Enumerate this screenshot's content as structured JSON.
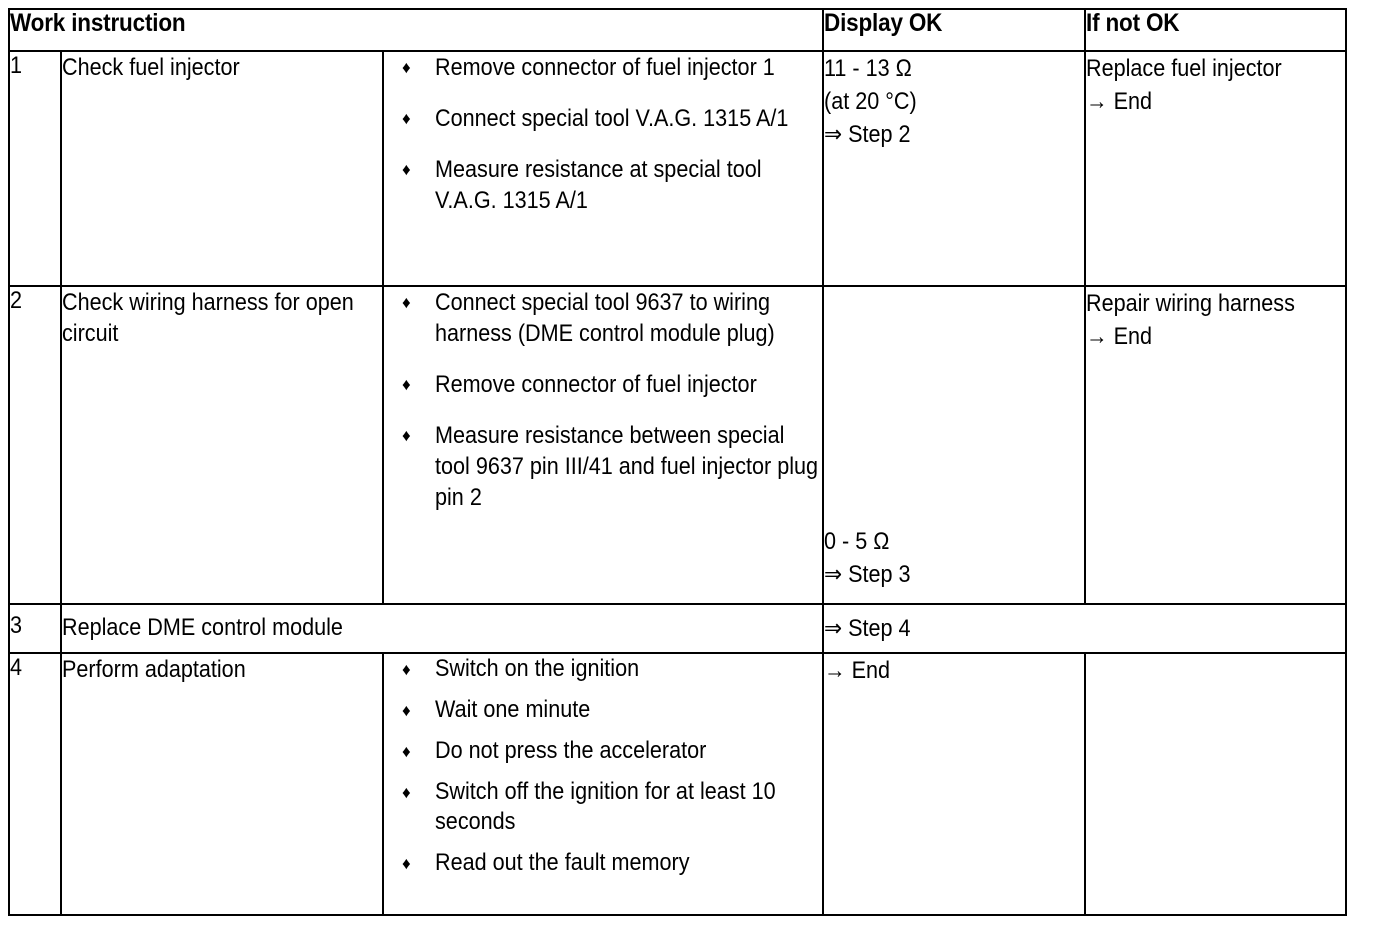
{
  "table": {
    "headers": {
      "work_instruction": "Work instruction",
      "display_ok": "Display OK",
      "if_not_ok": "If not OK"
    },
    "bullet_glyph": "♦",
    "rows": [
      {
        "num": "1",
        "task": "Check fuel injector",
        "steps": [
          "Remove connector of fuel injector 1",
          "Connect special tool V.A.G. 1315 A/1",
          "Measure resistance at special tool V.A.G. 1315 A/1"
        ],
        "display_ok": {
          "line1": "11 - 13 Ω",
          "line2": "(at 20 °C)",
          "line3": "⇒ Step 2"
        },
        "if_not_ok": {
          "line1": "Replace fuel injector",
          "line2": "→ End"
        }
      },
      {
        "num": "2",
        "task": "Check wiring harness for open circuit",
        "steps": [
          "Connect special tool 9637 to wiring harness (DME control module plug)",
          "Remove connector of fuel injector",
          "Measure resistance between special tool 9637 pin III/41 and fuel injector plug pin 2"
        ],
        "display_ok": {
          "line1": "0 - 5 Ω",
          "line2": "⇒ Step 3"
        },
        "if_not_ok": {
          "line1": "Repair wiring harness",
          "line2": "→ End"
        }
      },
      {
        "num": "3",
        "task": "Replace DME control module",
        "steps": [],
        "display_ok": {
          "line1": "⇒ Step 4"
        },
        "if_not_ok": {}
      },
      {
        "num": "4",
        "task": "Perform adaptation",
        "steps": [
          "Switch on the ignition",
          "Wait one minute",
          "Do not press the accelerator",
          "Switch off the ignition for at least 10 seconds",
          "Read out the fault memory"
        ],
        "display_ok": {
          "line1": "→ End"
        },
        "if_not_ok": {}
      }
    ]
  },
  "colors": {
    "border": "#000000",
    "text": "#000000",
    "background": "#ffffff"
  }
}
